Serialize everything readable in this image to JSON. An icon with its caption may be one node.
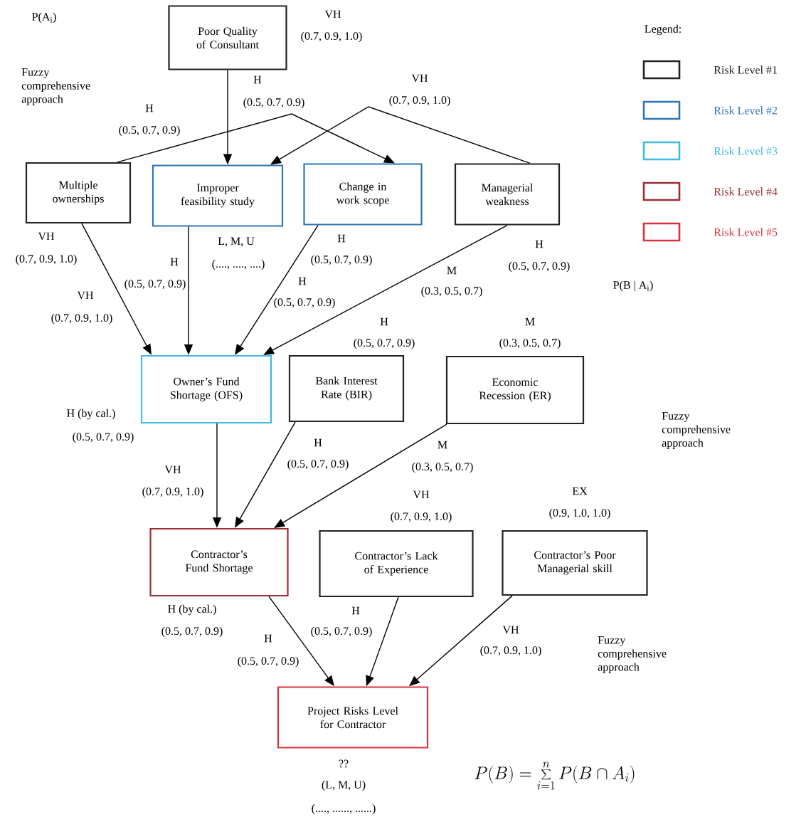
{
  "diagram": {
    "nodes": [
      {
        "text": [
          "Poor Quality of Consultant"
        ],
        "beside": [
          "VH",
          "(0.7, 0.9, 1.0)"
        ]
      },
      {
        "text": [
          "Multiple ownerships"
        ],
        "beside": [
          "VH",
          "(0.7, 0.9, 1.0)"
        ]
      },
      {
        "text": [
          "Improper feasibility study"
        ],
        "beside": [
          "L, M, U",
          "(...., ...., ....)"
        ]
      },
      {
        "text": [
          "Change in work scope"
        ],
        "beside": [
          "H",
          "(0.5, 0.7, 0.9)"
        ]
      },
      {
        "text": [
          "Managerial weakness"
        ],
        "beside": [
          "H",
          "(0.5, 0.7, 0.9)"
        ]
      },
      {
        "text": [
          "Owner’s Fund Shortage (OFS)"
        ],
        "beside": [
          "H (by cal.)",
          "(0.5, 0.7, 0.9)"
        ]
      },
      {
        "text": [
          "Bank Interest Rate (BIR)"
        ],
        "beside": [
          "H",
          "(0.5, 0.7, 0.9)"
        ]
      },
      {
        "text": [
          "Economic Recession (ER)"
        ],
        "beside": [
          "M",
          "(0.3, 0.5, 0.7)"
        ]
      },
      {
        "text": [
          "Contractor’s Fund Shortage"
        ],
        "beside": [
          "H (by cal.)",
          "(0.5, 0.7, 0.9)"
        ]
      },
      {
        "text": [
          "Contractor’s Lack of Experience"
        ],
        "beside": [
          "VH",
          "(0.7, 0.9, 1.0)"
        ]
      },
      {
        "text": [
          "Contractor’s Poor Managerial skill"
        ],
        "beside": [
          "EX",
          "(0.9, 1.0, 1.0)"
        ]
      },
      {
        "text": [
          "Project Risks Level for Contractor"
        ],
        "beside": [
          "??",
          "(L, M, U)",
          "(...., ......, ......)"
        ]
      }
    ],
    "edges": [
      {
        "from": 0,
        "to": 2,
        "arrow": "to",
        "label": "H"
      },
      {
        "from": 1,
        "to": 3,
        "arrow": "to",
        "label": "H"
      },
      {
        "from": 4,
        "to": 2,
        "arrow": "to",
        "label": "VH"
      },
      {
        "from": 1,
        "to": 5,
        "arrow": "to",
        "label": "VH"
      },
      {
        "from": 2,
        "to": 5,
        "arrow": "to",
        "label": "H"
      },
      {
        "from": 3,
        "to": 5,
        "arrow": "to",
        "label": "H"
      },
      {
        "from": 4,
        "to": 5,
        "arrow": "to",
        "label": "M"
      },
      {
        "from": 5,
        "to": 8,
        "arrow": "to",
        "label": "VH"
      },
      {
        "from": 6,
        "to": 8,
        "arrow": "to",
        "label": "H"
      },
      {
        "from": 7,
        "to": 8,
        "arrow": "to",
        "label": "M"
      },
      {
        "from": 8,
        "to": 11,
        "arrow": "to",
        "label": "H"
      },
      {
        "from": 9,
        "to": 11,
        "arrow": "to",
        "label": "H"
      },
      {
        "from": 10,
        "to": 11,
        "arrow": "to",
        "label": "VH"
      }
    ],
    "labels": [
      "P(A$_{i}$)",
      "Legend:",
      "(0.5, 0.7, 0.9)",
      "Fuzzy comprehensive approach",
      "(0.7, 0.9, 1.0)",
      "(0.5, 0.7, 0.9)",
      "(0.7, 0.9, 1.0)",
      "(0.5, 0.7, 0.9)",
      "(0.5, 0.7, 0.9)",
      "(0.3, 0.5, 0.7)",
      "P(B | A$_{i}$)",
      "(0.7, 0.9, 1.0)",
      "(0.5, 0.7, 0.9)",
      "(0.3, 0.5, 0.7)",
      "Fuzzy comprehensive approach",
      "(0.5, 0.7, 0.9)",
      "(0.5, 0.7, 0.9)",
      "(0.7, 0.9, 1.0)",
      "Fuzzy comprehensive approach",
      "P(B)=\\sum_{i=1}^{n}P(B\\cap A_{i})"
    ],
    "legend": [
      {
        "text": "Risk Level #1",
        "color": "#222222"
      },
      {
        "text": "Risk Level #2",
        "color": "#2e75b6"
      },
      {
        "text": "Risk Level #3",
        "color": "#41b9e0"
      },
      {
        "text": "Risk Level #4",
        "color": "#9b2f35"
      },
      {
        "text": "Risk Level #5",
        "color": "#d9343f"
      }
    ]
  }
}
